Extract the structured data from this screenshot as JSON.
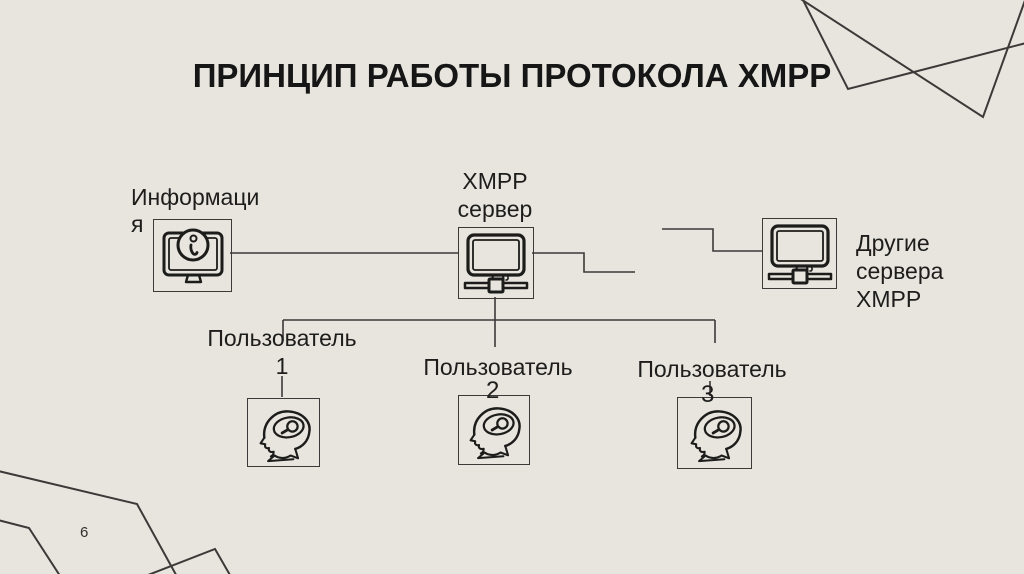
{
  "slide": {
    "title": "ПРИНЦИП РАБОТЫ ПРОТОКОЛА XMPP",
    "page_number": "6",
    "colors": {
      "background": "#e8e5de",
      "line": "#3b3a38",
      "title_text": "#161616",
      "label_text": "#1d1d1c"
    }
  },
  "diagram": {
    "information": {
      "label": "Информация",
      "icon": "info-monitor-icon"
    },
    "xmpp_server": {
      "label": "XMPP сервер",
      "icon": "network-computer-icon"
    },
    "other_servers": {
      "label": "Другие сервера XMPP",
      "icon": "network-computer-icon"
    },
    "users": [
      {
        "label": "Пользователь 1",
        "icon": "profile-head-search-icon"
      },
      {
        "label": "Пользователь",
        "number": "2",
        "icon": "profile-head-search-icon"
      },
      {
        "label": "Пользователь",
        "number": "3",
        "icon": "profile-head-search-icon"
      }
    ]
  }
}
